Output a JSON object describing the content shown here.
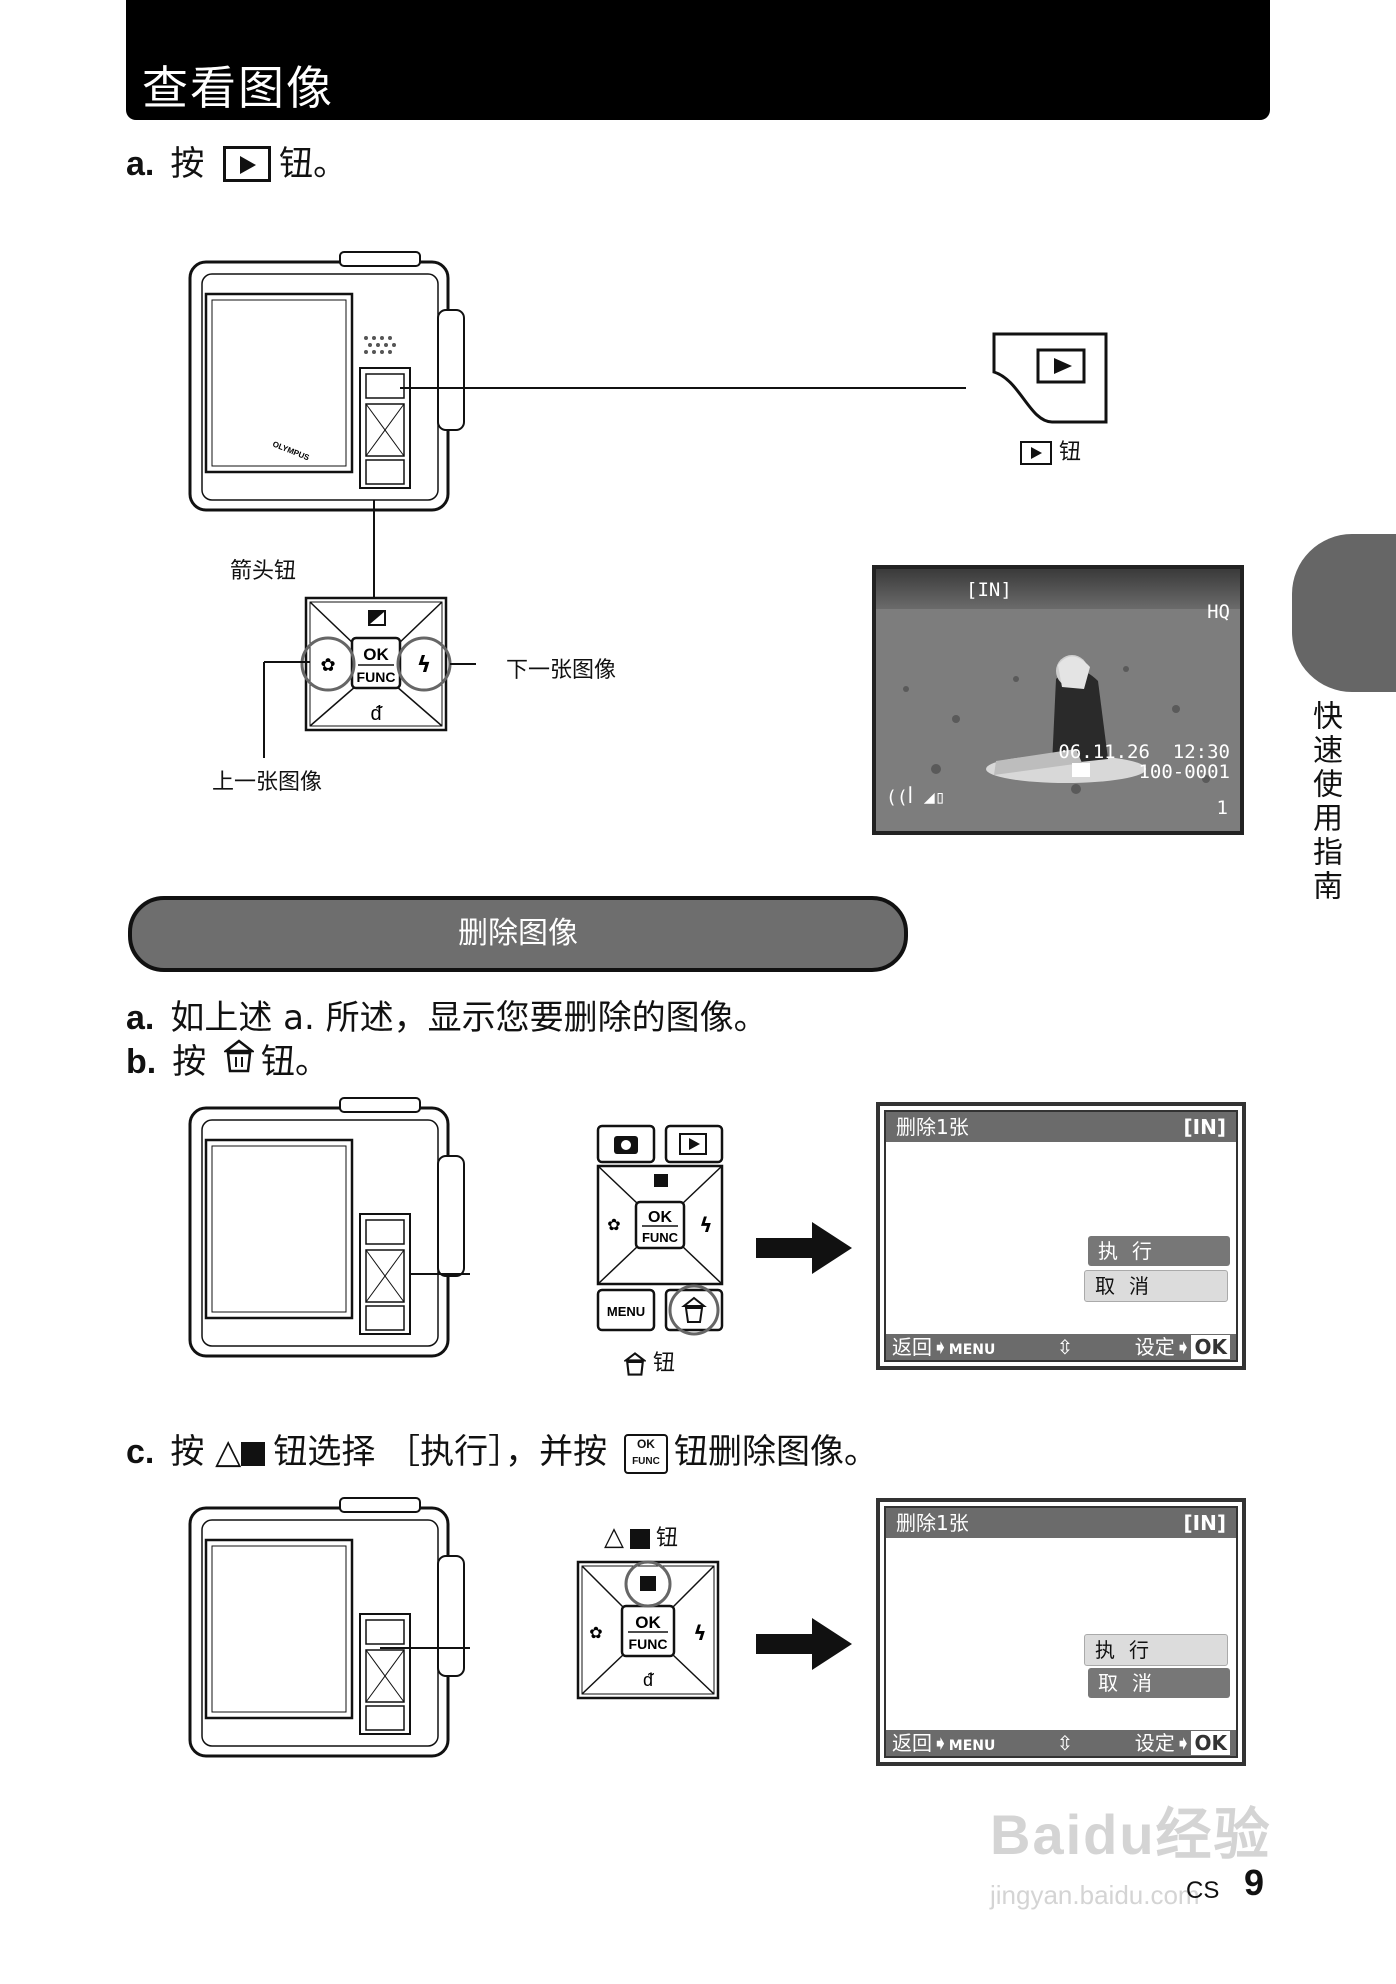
{
  "header": {
    "title": "查看图像"
  },
  "view": {
    "step_a_letter": "a.",
    "step_a_pre": "按",
    "step_a_post": "钮。",
    "play_button_caption": "钮",
    "arrow_caption": "箭头钮",
    "next_caption": "下一张图像",
    "prev_caption": "上一张图像",
    "camera_brand": "OLYMPUS",
    "photo": {
      "memory": "[IN]",
      "quality": "HQ",
      "datetime": "06.11.26  12:30",
      "file_no": "100-0001",
      "frame": "1"
    }
  },
  "dpad": {
    "ok": "OK",
    "func": "FUNC",
    "menu": "MENU"
  },
  "erase": {
    "section_title": "删除图像",
    "step_a_letter": "a.",
    "step_a_text": "如上述 a. 所述，显示您要删除的图像。",
    "step_b_letter": "b.",
    "step_b_pre": "按",
    "step_b_post": "钮。",
    "trash_caption": "钮",
    "step_c_letter": "c.",
    "step_c_pre": "按",
    "step_c_mid": "钮选择 ［执行］，并按",
    "step_c_post": "钮删除图像。",
    "up_caption": "钮",
    "lcd1": {
      "title": "删除1张",
      "memory": "[IN]",
      "option_execute": "执行",
      "option_cancel": "取消",
      "back_label": "返回",
      "back_key": "MENU",
      "set_label": "设定",
      "set_key": "OK"
    },
    "lcd2": {
      "title": "删除1张",
      "memory": "[IN]",
      "option_execute": "执行",
      "option_cancel": "取消",
      "back_label": "返回",
      "back_key": "MENU",
      "set_label": "设定",
      "set_key": "OK"
    }
  },
  "sidebar": {
    "tab_label": "快速使用指南"
  },
  "footer": {
    "lang": "CS",
    "page": "9"
  },
  "watermark": {
    "text": "Baidu经验",
    "url": "jingyan.baidu.com"
  }
}
